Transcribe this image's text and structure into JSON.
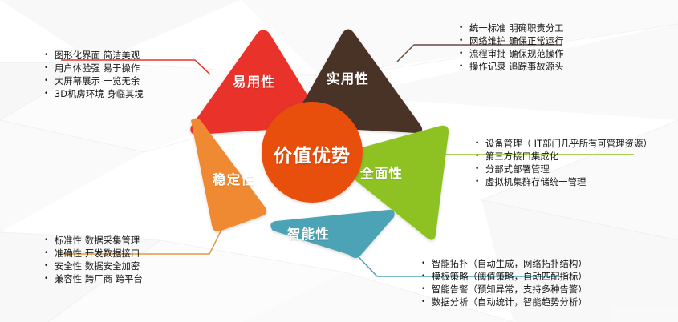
{
  "center": {
    "label": "价值优势",
    "color": "#E8500F"
  },
  "petals": [
    {
      "key": "usability",
      "label": "易用性",
      "color": "#E8332A"
    },
    {
      "key": "practicality",
      "label": "实用性",
      "color": "#4A3328"
    },
    {
      "key": "completeness",
      "label": "全面性",
      "color": "#8DC220"
    },
    {
      "key": "intelligence",
      "label": "智能性",
      "color": "#4BA3B5"
    },
    {
      "key": "stability",
      "label": "稳定性",
      "color": "#F08A30"
    }
  ],
  "bullet_glyph": "•",
  "callouts": {
    "usability": {
      "line_color": "#E8332A",
      "items": [
        "图形化界面  简洁美观",
        "用户体验强  易于操作",
        "大屏幕展示  一览无余",
        "3D机房环境  身临其境"
      ]
    },
    "practicality": {
      "line_color": "#6B4A3A",
      "items": [
        "统一标准 明确职责分工",
        "网络维护 确保正常运行",
        "流程审批 确保规范操作",
        "操作记录 追踪事故源头"
      ]
    },
    "completeness": {
      "line_color": "#8DC220",
      "items": [
        "设备管理（ IT部门几乎所有可管理资源）",
        "第三方接口集成化",
        "分部式部署管理",
        "虚拟机集群存储统一管理"
      ]
    },
    "intelligence": {
      "line_color": "#4BA3B5",
      "items": [
        "智能拓扑（自动生成，网络拓扑结构）",
        "模板策略（阈值策略，自动匹配指标）",
        "智能告警（预知异常，支持多种告警）",
        "数据分析（自动统计，智能趋势分析）"
      ]
    },
    "stability": {
      "line_color": "#E09A3E",
      "items": [
        "标准性   数据采集管理",
        "准确性   开发数据接口",
        "安全性   数据安全加密",
        "兼容性   跨厂商 跨平台"
      ]
    }
  }
}
